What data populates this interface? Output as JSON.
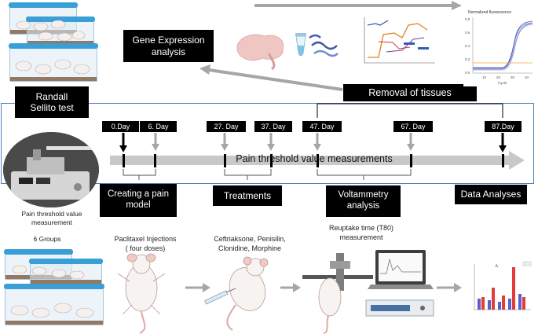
{
  "labels": {
    "randall": "Randall\nSellito test",
    "gene_expression": "Gene Expression\nanalysis",
    "removal": "Removal of tissues",
    "timeline_text": "Pain  threshold value measurements",
    "creating": "Creating a pain\nmodel",
    "treatments": "Treatments",
    "voltammetry": "Voltammetry\nanalysis",
    "data_analyses": "Data Analyses"
  },
  "days": [
    "0.Day",
    "6. Day",
    "27. Day",
    "37. Day",
    "47. Day",
    "67. Day",
    "87.Day"
  ],
  "captions": {
    "pain_threshold": "Pain threshold value\nmeasurement",
    "groups": "6 Groups",
    "paclitaxel": "Paclitaxel Injections\n( four doses)",
    "treatment_drugs": "Ceftriaksone, Penisilin,\nClonidine, Morphine",
    "reuptake": "Reuptake time (T80)\nmeasurement"
  },
  "colors": {
    "frame": "#4f81bd",
    "timeline_arrow": "#c8c8c8",
    "arrow_gray": "#a6a6a6",
    "label_bg": "#000000",
    "label_fg": "#ffffff",
    "qpcr_curve": "#3f51b5"
  },
  "qpcr_chart": {
    "title": "Normalized fluorescence",
    "xlabel": "Cycle",
    "x_ticks": [
      "10",
      "20",
      "30",
      "40"
    ],
    "y_ticks": [
      "0.0",
      "0.2",
      "0.4",
      "0.6",
      "0.8"
    ]
  },
  "bar_chart_label": "A"
}
